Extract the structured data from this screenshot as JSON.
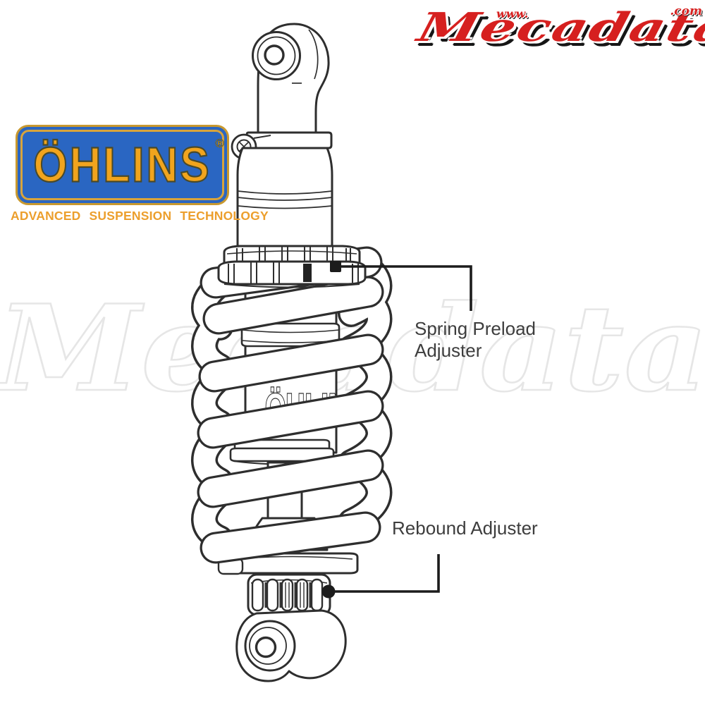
{
  "page": {
    "background": "#ffffff"
  },
  "mecadata_logo": {
    "www": "www.",
    "name": "Mecadata",
    "com": ".com",
    "color": "#d6201f"
  },
  "ohlins_logo": {
    "name": "ÖHLINS",
    "registered": "®",
    "tagline": "ADVANCED SUSPENSION TECHNOLOGY",
    "box_color": "#2a66c2",
    "letter_color": "#f1a41d",
    "tagline_color": "#ec9f2d"
  },
  "watermark": {
    "text": "Mecadata",
    "color": "#e6e6e6"
  },
  "diagram": {
    "subject": "Öhlins rear shock absorber",
    "shock_brand_text": "ÖHLINS",
    "line_color": "#2e2e2e",
    "label_color": "#3d3d3d",
    "labels": [
      {
        "id": "spring-preload-adjuster",
        "line1": "Spring Preload",
        "line2": "Adjuster"
      },
      {
        "id": "rebound-adjuster",
        "text": "Rebound Adjuster"
      }
    ]
  }
}
